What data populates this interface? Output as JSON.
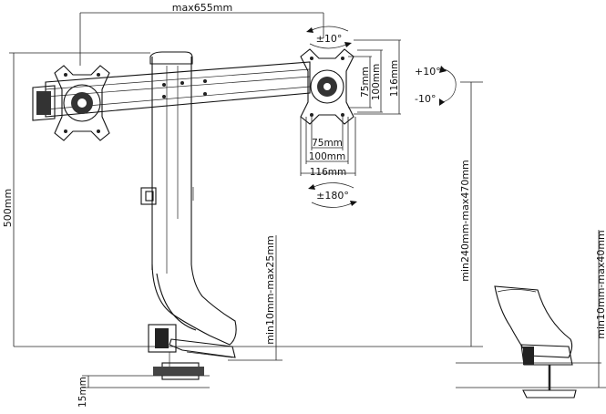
{
  "dimensions": {
    "width_span": "max655mm",
    "tilt_up": "+10°",
    "tilt_down": "-10°",
    "swivel": "±10°",
    "rotation": "±180°",
    "vesa_h_75": "75mm",
    "vesa_h_100": "100mm",
    "vesa_h_116": "116mm",
    "vesa_v_75": "75mm",
    "vesa_v_100": "100mm",
    "vesa_v_116": "116mm",
    "pole_height": "500mm",
    "arm_height_range": "min240mm-max470mm",
    "desk_range_main": "min10mm-max25mm",
    "desk_range_clamp": "min10mm-max40mm",
    "base_offset": "15mm"
  }
}
